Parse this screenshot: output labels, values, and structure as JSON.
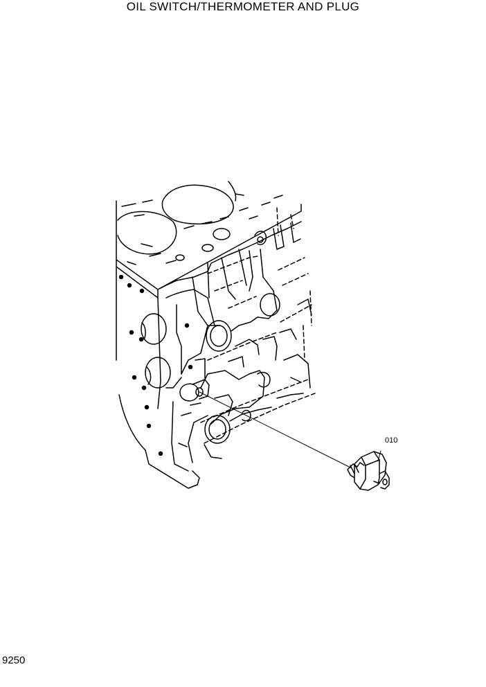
{
  "title": "OIL SWITCH/THERMOMETER AND PLUG",
  "page_number": "9250",
  "parts": [
    {
      "ref": "010"
    }
  ]
}
